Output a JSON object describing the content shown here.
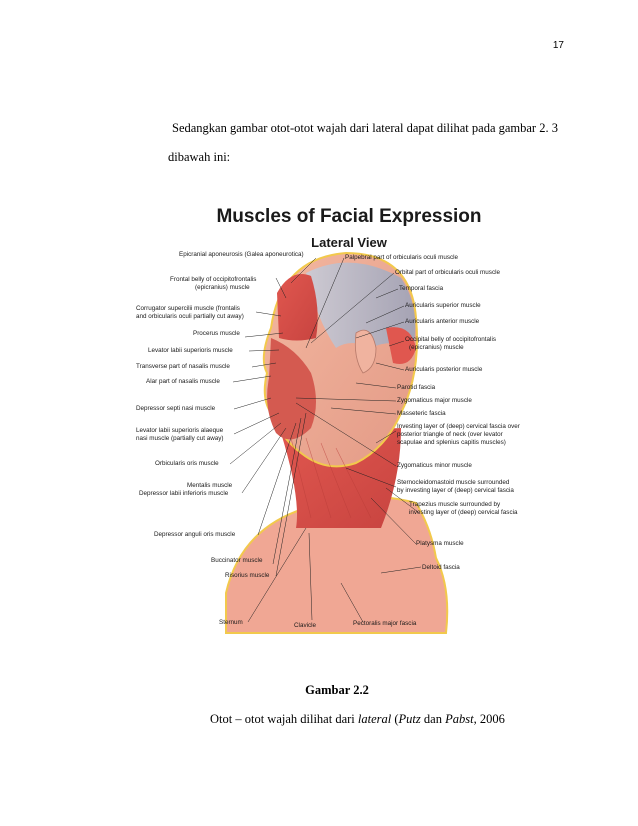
{
  "page_number": "17",
  "paragraph": {
    "line1": "Sedangkan gambar otot-otot wajah dari lateral dapat dilihat pada gambar 2. 3",
    "line2": "dibawah ini:"
  },
  "figure": {
    "title": "Muscles of Facial Expression",
    "subtitle": "Lateral View",
    "labels_left": [
      "Epicranial aponeurosis (Galea aponeurotica)",
      "Frontal belly of occipitofrontalis",
      "(epicranius) muscle",
      "Corrugator supercilii muscle (frontalis",
      "and orbicularis oculi partially cut away)",
      "Procerus muscle",
      "Levator labii superioris muscle",
      "Transverse part of nasalis muscle",
      "Alar part of nasalis muscle",
      "Depressor septi nasi muscle",
      "Levator labii superioris alaeque",
      "nasi muscle (partially cut away)",
      "Orbicularis oris muscle",
      "Mentalis muscle",
      "Depressor labii inferioris muscle",
      "Depressor anguli oris muscle",
      "Buccinator muscle",
      "Risorius muscle",
      "Sternum"
    ],
    "labels_right": [
      "Palpebral part of orbicularis oculi muscle",
      "Orbital part of orbicularis oculi muscle",
      "Temporal fascia",
      "Auricularis superior muscle",
      "Auricularis anterior muscle",
      "Occipital belly of occipitofrontalis",
      "(epicranius) muscle",
      "Auricularis posterior muscle",
      "Parotid fascia",
      "Zygomaticus major muscle",
      "Masseteric fascia",
      "Investing layer of (deep) cervical fascia over",
      "posterior triangle of neck (over levator",
      "scapulae and splenius capitis muscles)",
      "Zygomaticus minor muscle",
      "Sternocleidomastoid muscle surrounded",
      "by investing layer of (deep) cervical fascia",
      "Trapezius muscle surrounded by",
      "investing layer of (deep) cervical fascia",
      "Platysma muscle",
      "Deltoid fascia"
    ],
    "labels_bottom": [
      "Clavicle",
      "Pectoralis major fascia"
    ]
  },
  "caption": {
    "title": "Gambar 2.2",
    "prefix": "Otot – otot wajah dilihat dari ",
    "italic1": "lateral",
    "mid1": " (",
    "italic2": "Putz",
    "mid2": " dan ",
    "italic3": "Pabst",
    "suffix": ", 2006"
  }
}
